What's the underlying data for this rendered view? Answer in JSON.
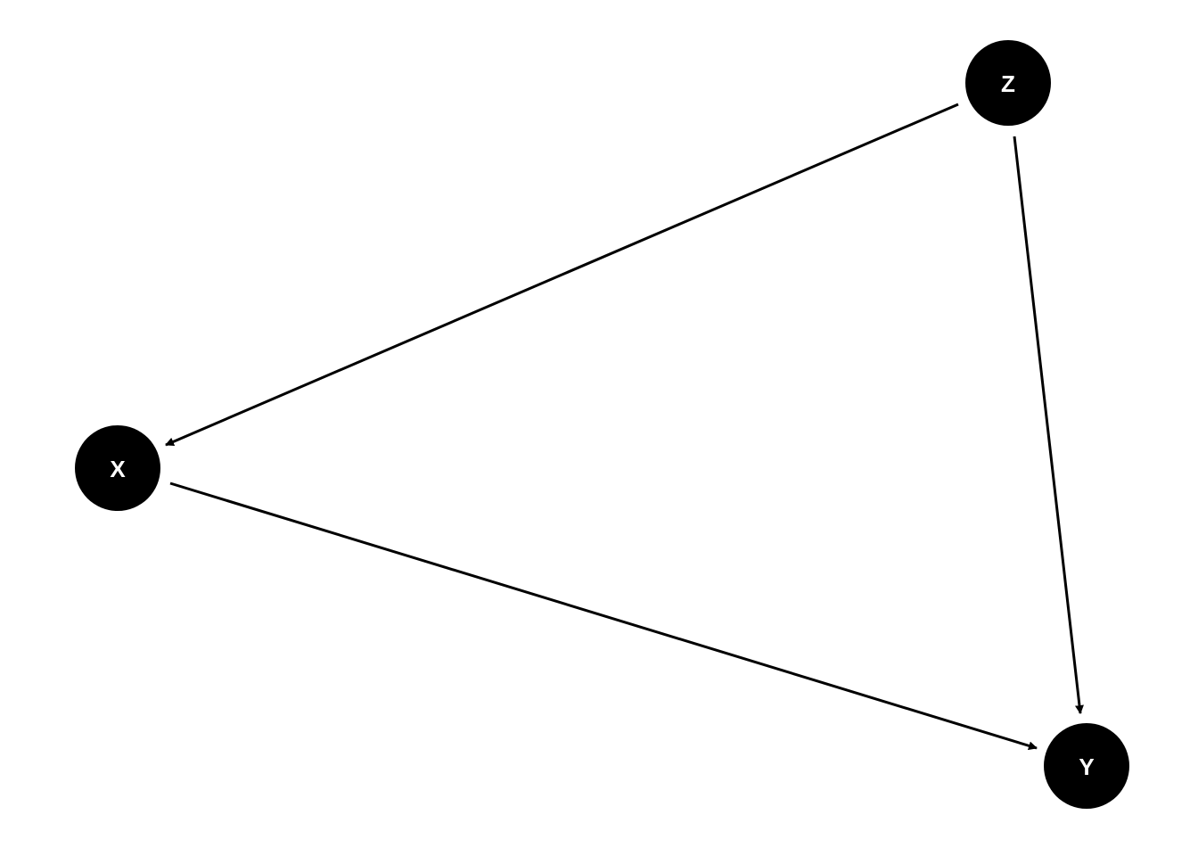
{
  "diagram": {
    "type": "directed-graph",
    "node_color": "#000000",
    "label_color": "#ffffff",
    "edge_color": "#000000",
    "nodes": [
      {
        "id": "Z",
        "label": "Z"
      },
      {
        "id": "X",
        "label": "X"
      },
      {
        "id": "Y",
        "label": "Y"
      }
    ],
    "edges": [
      {
        "from": "Z",
        "to": "X"
      },
      {
        "from": "Z",
        "to": "Y"
      },
      {
        "from": "X",
        "to": "Y"
      }
    ]
  }
}
